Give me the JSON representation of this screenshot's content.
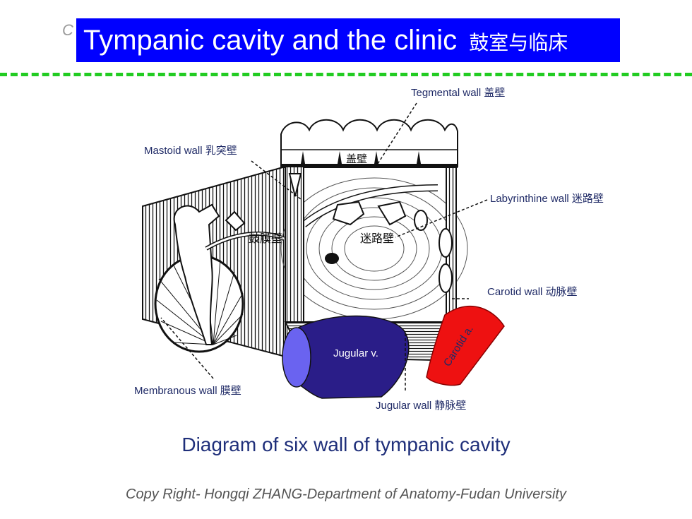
{
  "slide": {
    "ghost_letter": "C",
    "title_en": "Tympanic cavity and the clinic",
    "title_cn": "鼓室与临床",
    "subtitle": "Diagram of six wall of tympanic cavity",
    "copyright": "Copy Right- Hongqi ZHANG-Department of Anatomy-Fudan University"
  },
  "labels": {
    "tegmental": "Tegmental wall 盖壁",
    "mastoid": "Mastoid wall 乳突壁",
    "labyrinthine": "Labyrinthine wall 迷路壁",
    "carotid": "Carotid wall  动脉壁",
    "membranous": "Membranous wall 膜壁",
    "jugular": "Jugular wall 静脉壁",
    "jugular_v": "Jugular v.",
    "carotid_a": "Carotid a."
  },
  "figure_text": {
    "gai_bi": "盖壁",
    "mi_lu_bi": "迷路壁",
    "gu_mo_bi": "鼓膜壁"
  },
  "colors": {
    "title_bg": "#0000ff",
    "dash": "#22cc22",
    "label": "#1f2a66",
    "jugular": "#2a1d88",
    "jugular_face": "#6a63f0",
    "carotid": "#ee1111"
  }
}
